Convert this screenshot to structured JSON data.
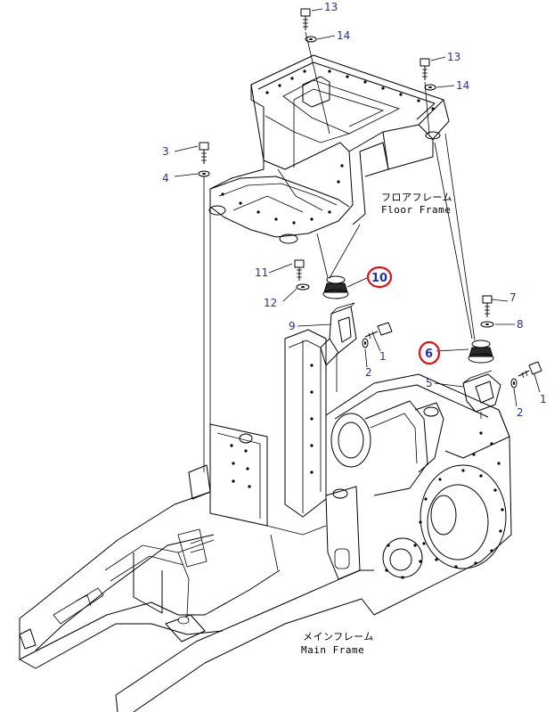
{
  "labels": {
    "floor_jp": "フロアフレーム",
    "floor_en": "Floor Frame",
    "main_jp": "メインフレーム",
    "main_en": "Main Frame"
  },
  "callouts": {
    "c13a": "13",
    "c14a": "14",
    "c13b": "13",
    "c14b": "14",
    "c3": "3",
    "c4": "4",
    "c11": "11",
    "c12": "12",
    "c10": "10",
    "c9": "9",
    "c1a": "1",
    "c2a": "2",
    "c7": "7",
    "c8": "8",
    "c6": "6",
    "c5": "5",
    "c2b": "2",
    "c1b": "1"
  },
  "colors": {
    "callout": "#1f2fb0",
    "highlight": "#e01010"
  },
  "highlighted": [
    "10",
    "6"
  ]
}
